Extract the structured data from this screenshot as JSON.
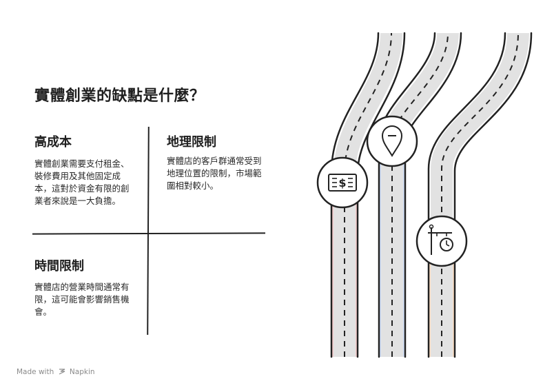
{
  "title": "實體創業的缺點是什麼？",
  "sections": [
    {
      "title": "高成本",
      "body": "實體創業需要支付租金、裝修費用及其他固定成本，這對於資金有限的創業者來說是一大負擔。"
    },
    {
      "title": "地理限制",
      "body": "實體店的客戶群通常受到地理位置的限制，市場範圍相對較小。"
    },
    {
      "title": "時間限制",
      "body": "實體店的營業時間通常有限，這可能會影響銷售機會。"
    }
  ],
  "footer": {
    "made_with": "Made with",
    "brand": "Napkin"
  },
  "colors": {
    "road": "#e2e2e2",
    "edge": "#222222",
    "pink": "#f2c6c6",
    "blue": "#c9d8f3",
    "peach": "#fbdcbe"
  },
  "icons": [
    "money-icon",
    "location-pin-icon",
    "signpost-clock-icon"
  ]
}
